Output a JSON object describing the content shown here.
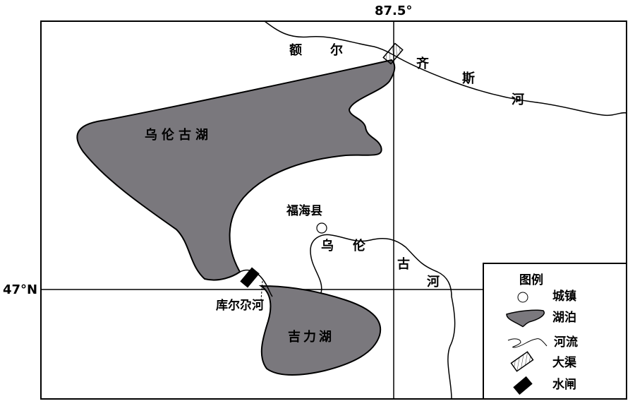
{
  "coords": {
    "longitude": "87.5°",
    "latitude": "47°N"
  },
  "labels": {
    "irtysh_1": "额",
    "irtysh_2": "尔",
    "irtysh_3": "齐",
    "irtysh_4": "斯",
    "irtysh_5": "河",
    "ulungur_lake": "乌伦古湖",
    "fuhai": "福海县",
    "ulungur_river_1": "乌",
    "ulungur_river_2": "伦",
    "ulungur_river_3": "古",
    "ulungur_river_4": "河",
    "kuerduo": "库尔尕河",
    "jili_lake": "吉力湖"
  },
  "legend": {
    "title": "图例",
    "items": [
      "城镇",
      "湖泊",
      "河流",
      "大渠",
      "水闸"
    ]
  },
  "colors": {
    "lake": "#7a787d",
    "line": "#000000"
  }
}
